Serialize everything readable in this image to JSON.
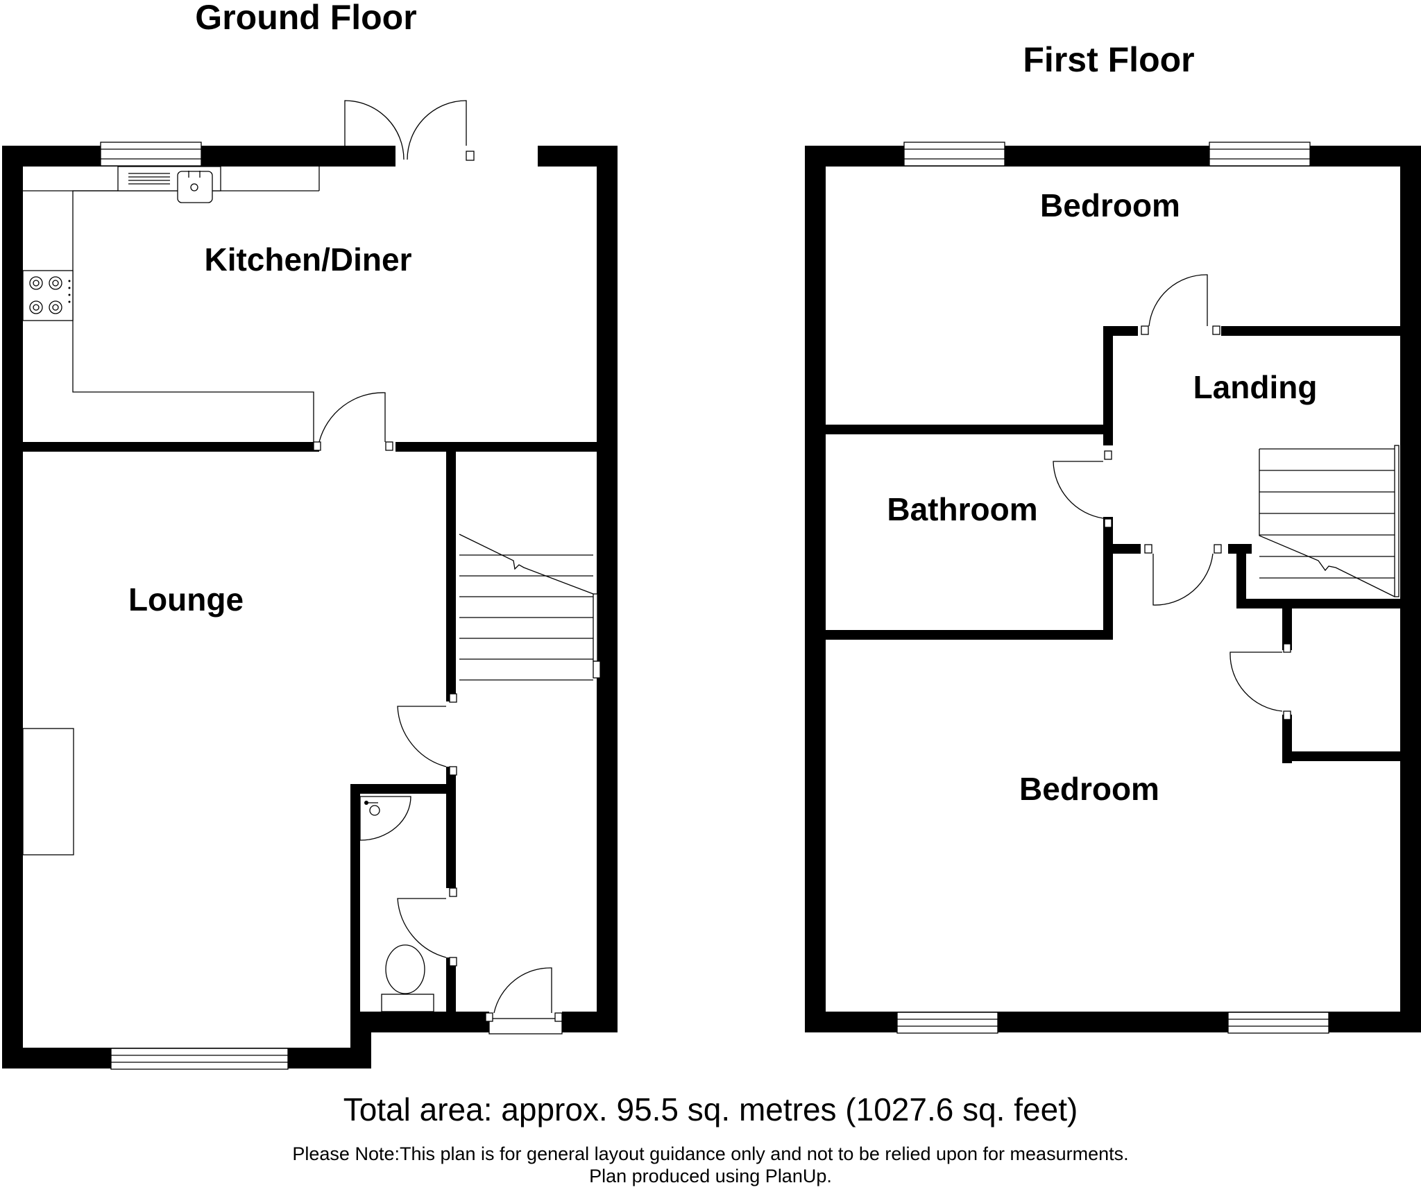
{
  "floors": {
    "ground": {
      "title": "Ground Floor",
      "rooms": {
        "kitchen": "Kitchen/Diner",
        "lounge": "Lounge"
      }
    },
    "first": {
      "title": "First Floor",
      "rooms": {
        "bedroom_front": "Bedroom",
        "landing": "Landing",
        "bathroom": "Bathroom",
        "bedroom_rear": "Bedroom"
      }
    }
  },
  "footer": {
    "total_area": "Total area: approx. 95.5 sq. metres (1027.6 sq. feet)",
    "note": "Please Note:This plan is for general layout guidance only and not to be relied upon for measurments.",
    "produced": "Plan produced using PlanUp."
  }
}
